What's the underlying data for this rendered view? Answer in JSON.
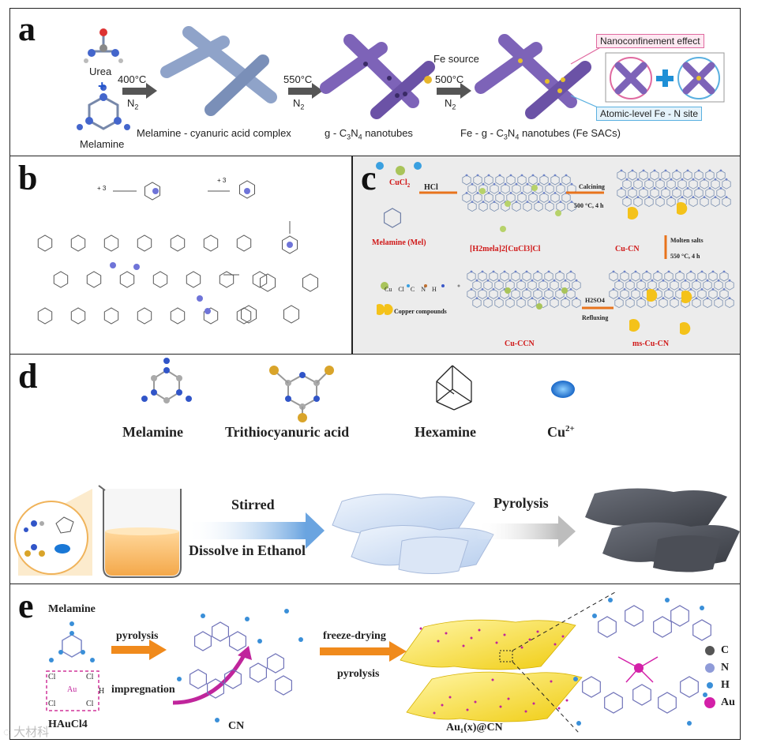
{
  "panel_a": {
    "label": "a",
    "urea": "Urea",
    "plus": "+",
    "melamine": "Melamine",
    "step1_temp": "400°C",
    "step1_gas": "N",
    "step1_gas_sub": "2",
    "complex": "Melamine - cyanuric acid complex",
    "step2_temp": "550°C",
    "step2_gas": "N",
    "step2_gas_sub": "2",
    "nanotubes_pre": "g - C",
    "nanotubes_s1": "3",
    "nanotubes_mid": "N",
    "nanotubes_s2": "4",
    "nanotubes_post": " nanotubes",
    "fe_source": "Fe source",
    "step3_temp": "500°C",
    "step3_gas": "N",
    "step3_gas_sub": "2",
    "fe_pre": "Fe - g - C",
    "fe_s1": "3",
    "fe_mid": "N",
    "fe_s2": "4",
    "fe_post": " nanotubes  (Fe SACs)",
    "nano_effect": "Nanoconfinement effect",
    "atomic_site": "Atomic-level Fe - N site"
  },
  "panel_b": {
    "label": "b",
    "plus3_a": "+ 3",
    "plus3_b": "+ 3"
  },
  "panel_c": {
    "label": "c",
    "cucl_pre": "CuCl",
    "cucl_sub": "2",
    "hcl": "HCl",
    "melamine": "Melamine (Mel)",
    "complex": "[H2mela]2[CuCl3]Cl",
    "calcining": "Calcining",
    "calcining_cond": "500 °C, 4 h",
    "cu_cn": "Cu-CN",
    "molten": "Molten salts",
    "molten_cond": "550 °C, 4 h",
    "h2so4": "H2SO4",
    "refluxing": "Refluxing",
    "cu_ccn": "Cu-CCN",
    "ms_cu_cn": "ms-Cu-CN",
    "legend_cu": "Cu",
    "legend_cl": "Cl",
    "legend_c": "C",
    "legend_n": "N",
    "legend_h": "H",
    "copper_compounds": "Copper compounds"
  },
  "panel_d": {
    "label": "d",
    "melamine": "Melamine",
    "trithio": "Trithiocyanuric acid",
    "hexamine": "Hexamine",
    "cu_ion": "Cu",
    "cu_charge": "2+",
    "stirred": "Stirred",
    "dissolve": "Dissolve in Ethanol",
    "pyrolysis": "Pyrolysis"
  },
  "panel_e": {
    "label": "e",
    "melamine": "Melamine",
    "pyrolysis1": "pyrolysis",
    "impregnation": "impregnation",
    "cn": "CN",
    "freeze": "freeze-drying",
    "pyrolysis2": "pyrolysis",
    "product": "Au₁(x)@CN",
    "haucl4": "HAuCl4",
    "legend_c": "C",
    "legend_n": "N",
    "legend_h": "H",
    "legend_au": "Au",
    "cl1": "Cl",
    "cl2": "Cl",
    "cl3": "Cl",
    "cl4": "Cl",
    "au": "Au",
    "h": "H"
  },
  "watermark": "大材科",
  "colors": {
    "tube_blue": "#8fa3c9",
    "tube_purple": "#7d63b8",
    "arrow_orange": "#f08a1c",
    "magenta": "#c0259c",
    "gold": "#f2d21e",
    "red_label": "#d01818"
  }
}
